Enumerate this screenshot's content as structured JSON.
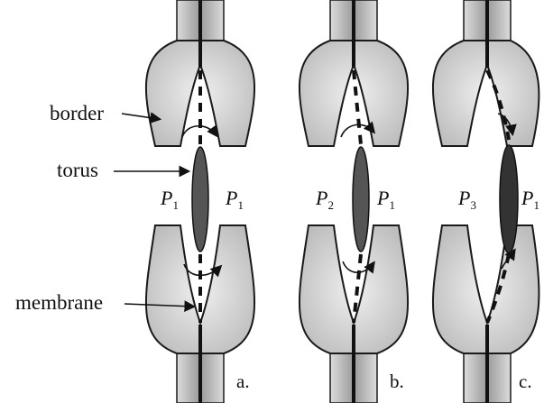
{
  "callouts": {
    "border": "border",
    "torus": "torus",
    "membrane": "membrane"
  },
  "panels": [
    {
      "letter": "a.",
      "left_p": "P",
      "left_sub": "1",
      "right_p": "P",
      "right_sub": "1"
    },
    {
      "letter": "b.",
      "left_p": "P",
      "left_sub": "2",
      "right_p": "P",
      "right_sub": "1"
    },
    {
      "letter": "c.",
      "left_p": "P",
      "left_sub": "3",
      "right_p": "P",
      "right_sub": "1"
    }
  ],
  "colors": {
    "wall_fill": "#c8c8c8",
    "wall_outline": "#1a1a1a",
    "torus_fill": "#555555",
    "torus_fill_dark": "#333333",
    "membrane": "#111111"
  }
}
